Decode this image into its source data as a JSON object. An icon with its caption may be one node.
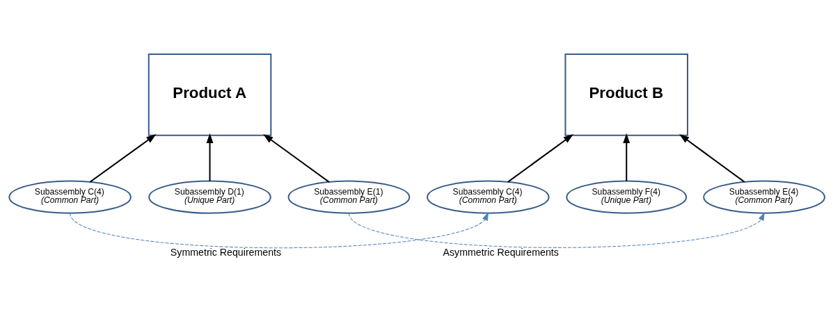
{
  "diagram": {
    "nodes": [
      {
        "text": [
          "Product A"
        ]
      },
      {
        "text": [
          "Subassembly C(4)",
          "(Common Part)"
        ]
      },
      {
        "text": [
          "Subassembly D(1)",
          "(Unique Part)"
        ]
      },
      {
        "text": [
          "Subassembly E(1)",
          "(Common Part)"
        ]
      },
      {
        "text": [
          "Product B"
        ]
      },
      {
        "text": [
          "Subassembly C(4)",
          "(Common Part)"
        ]
      },
      {
        "text": [
          "Subassembly F(4)",
          "(Unique Part)"
        ]
      },
      {
        "text": [
          "Subassembly E(4)",
          "(Common Part)"
        ]
      }
    ],
    "edges": [
      {
        "from": 1,
        "to": 0,
        "arrow": "to"
      },
      {
        "from": 2,
        "to": 0,
        "arrow": "to"
      },
      {
        "from": 3,
        "to": 0,
        "arrow": "to"
      },
      {
        "from": 5,
        "to": 4,
        "arrow": "to"
      },
      {
        "from": 6,
        "to": 4,
        "arrow": "to"
      },
      {
        "from": 7,
        "to": 4,
        "arrow": "to"
      },
      {
        "from": 1,
        "to": 5,
        "arrow": "to",
        "label": "Symmetric Requirements",
        "style": "dashed",
        "color": "#4f81bd"
      },
      {
        "from": 3,
        "to": 7,
        "arrow": "to",
        "label": "Asymmetric Requirements",
        "style": "dashed",
        "color": "#4f81bd"
      }
    ]
  }
}
